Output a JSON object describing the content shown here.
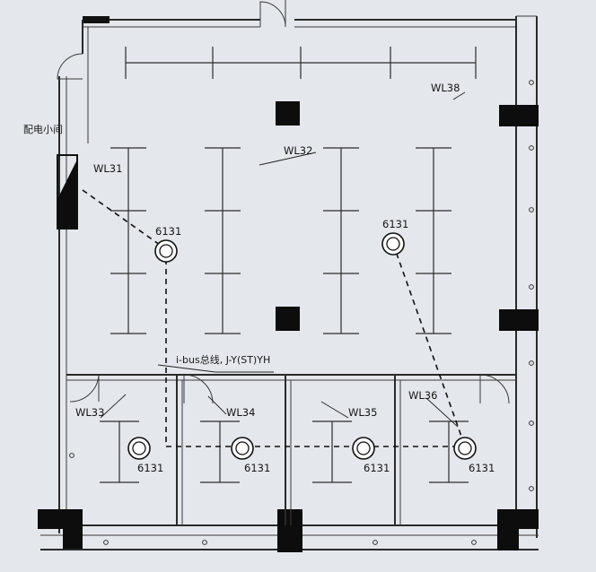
{
  "labels": {
    "room_label": "配电小间",
    "bus_label": "i-bus总线, J-Y(ST)YH",
    "circuits": [
      "WL31",
      "WL32",
      "WL33",
      "WL34",
      "WL35",
      "WL36",
      "WL38"
    ],
    "sensor_code": "6131"
  },
  "sensors": [
    "6131",
    "6131",
    "6131",
    "6131",
    "6131",
    "6131"
  ],
  "colors": {
    "background": "#e4e7ec",
    "line": "#2a2a2a",
    "column": "#0d0d0d"
  }
}
